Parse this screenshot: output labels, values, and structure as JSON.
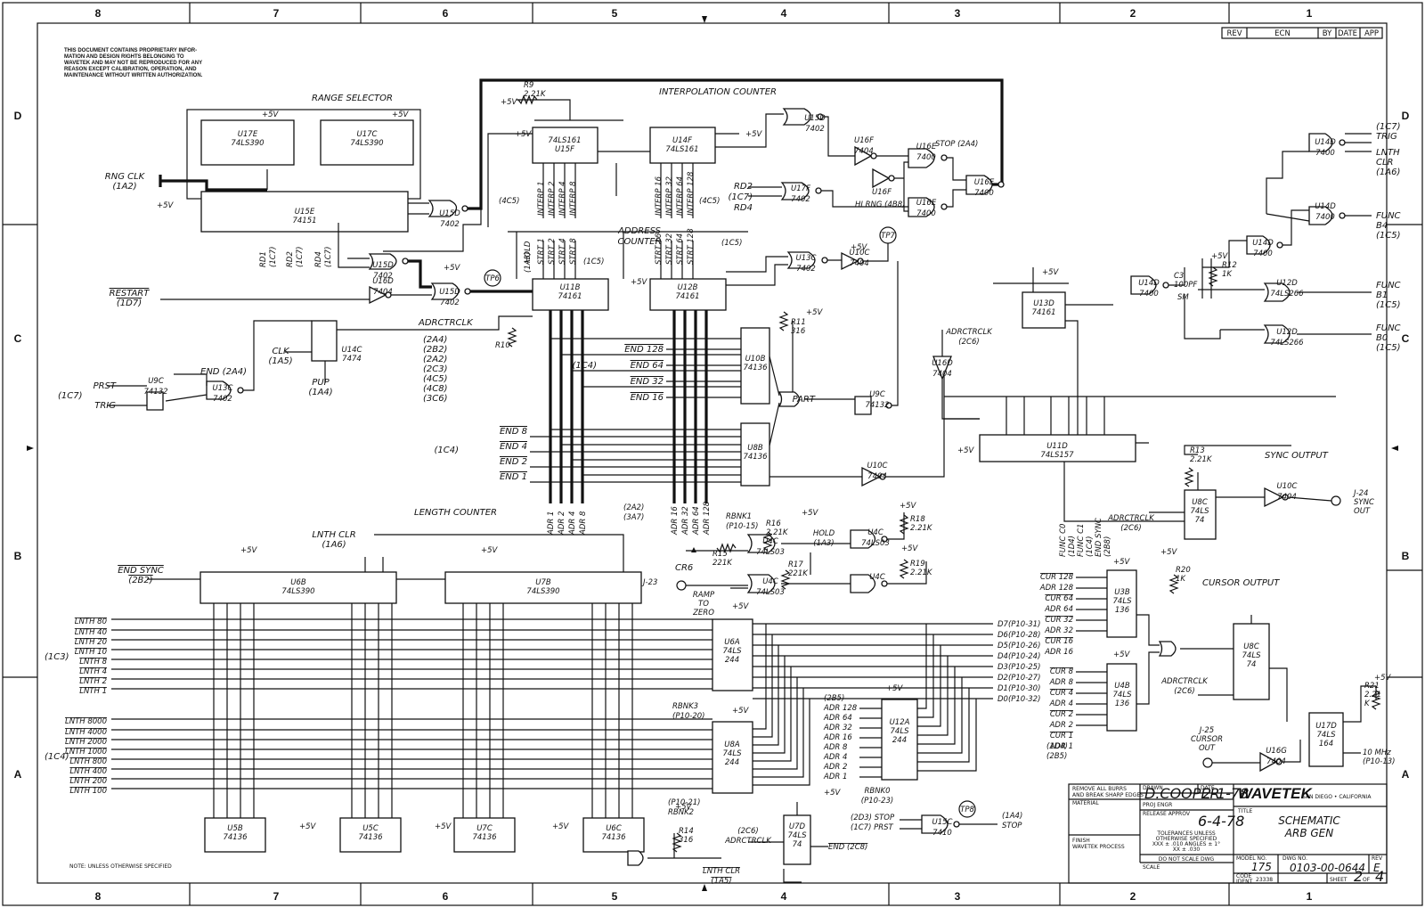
{
  "notice": [
    "THIS DOCUMENT CONTAINS PROPRIETARY INFOR-",
    "MATION AND DESIGN RIGHTS BELONGING TO",
    "WAVETEK AND MAY NOT BE REPRODUCED FOR ANY",
    "REASON EXCEPT CALIBRATION, OPERATION, AND",
    "MAINTENANCE WITHOUT WRITTEN AUTHORIZATION."
  ],
  "border": {
    "columns": [
      "8",
      "7",
      "6",
      "5",
      "4",
      "3",
      "2",
      "1"
    ],
    "rows": [
      "D",
      "C",
      "B",
      "A"
    ]
  },
  "revision_block": [
    "REV",
    "ECN",
    "BY",
    "DATE",
    "APP"
  ],
  "sections": {
    "range_selector": "RANGE SELECTOR",
    "interpolation_counter": "INTERPOLATION COUNTER",
    "address_counter": [
      "ADDRESS",
      "COUNTER"
    ],
    "length_counter": "LENGTH COUNTER",
    "sync_output": "SYNC OUTPUT",
    "cursor_output": "CURSOR OUTPUT"
  },
  "chips": {
    "u17e": [
      "U17E",
      "74LS390"
    ],
    "u17c": [
      "U17C",
      "74LS390"
    ],
    "u15e": [
      "U15E",
      "74151"
    ],
    "u15f": [
      "74LS161",
      "U15F"
    ],
    "u14f": [
      "U14F",
      "74LS161"
    ],
    "u11b": [
      "U11B",
      "74161"
    ],
    "u12b": [
      "U12B",
      "74161"
    ],
    "u10b": [
      "U10B",
      "74136"
    ],
    "u8b": [
      "U8B",
      "74136"
    ],
    "u13d": [
      "U13D",
      "74161"
    ],
    "u11d": [
      "U11D",
      "74LS157"
    ],
    "u6b": [
      "U6B",
      "74LS390"
    ],
    "u7b": [
      "U7B",
      "74LS390"
    ],
    "u6a": [
      "U6A",
      "74LS",
      "244"
    ],
    "u8a": [
      "U8A",
      "74LS",
      "244"
    ],
    "u12a": [
      "U12A",
      "74LS",
      "244"
    ],
    "u3b": [
      "U3B",
      "74LS",
      "136"
    ],
    "u4b": [
      "U4B",
      "74LS",
      "136"
    ],
    "u8c_sync": [
      "U8C",
      "74LS",
      "74"
    ],
    "u8c_cur": [
      "U8C",
      "74LS",
      "74"
    ],
    "u17d": [
      "U17D",
      "74LS",
      "164"
    ],
    "u7d": [
      "U7D",
      "74LS",
      "74"
    ],
    "u5b": [
      "U5B",
      "74136"
    ],
    "u5c": [
      "U5C",
      "74136"
    ],
    "u7c": [
      "U7C",
      "74136"
    ],
    "u6c": [
      "U6C",
      "74136"
    ],
    "u14c": [
      "U14C",
      "7474"
    ]
  },
  "gates": {
    "u15d_a": [
      "U15D",
      "7402"
    ],
    "u15d_int": [
      "U15D",
      "7402"
    ],
    "u15d_b": [
      "U15D",
      "7402"
    ],
    "u15d_c": [
      "U15D",
      "7402"
    ],
    "u16f": [
      "U16F",
      "7404"
    ],
    "u16f_b": "U16F",
    "u16e_a": [
      "U16E",
      "7400"
    ],
    "u16e_b": [
      "U16E",
      "7400"
    ],
    "u16e_c": [
      "U16E",
      "7400"
    ],
    "u17f": [
      "U17F",
      "7402"
    ],
    "u16d": [
      "U16D",
      "7404"
    ],
    "u13c": [
      "U13C",
      "7402"
    ],
    "u10c_a": [
      "U10C",
      "7404"
    ],
    "u9c": [
      "U9C",
      "74132"
    ],
    "u13c_b": [
      "U13C",
      "7402"
    ],
    "u9c_b": [
      "U9C",
      "74132"
    ],
    "u10c_b": [
      "U10C",
      "7404"
    ],
    "u10c_c": [
      "U10C",
      "7404"
    ],
    "u14d_a": [
      "U14D",
      "7400"
    ],
    "u14d_b": [
      "U14D",
      "7400"
    ],
    "u14d_c": [
      "U14D",
      "7400"
    ],
    "u14d_d": [
      "U14D",
      "7400"
    ],
    "u12d_a": [
      "U12D",
      "74LS266"
    ],
    "u12d_b": [
      "U12D",
      "74LS266"
    ],
    "u16g": [
      "U16G",
      "7404"
    ],
    "u16d_b": [
      "U16D",
      "7404"
    ],
    "u4c_a": [
      "U4C",
      "74LS03"
    ],
    "u4c_b": [
      "U4C",
      "74LS03"
    ],
    "u4c_c": [
      "U4C",
      "74LS03"
    ],
    "u4c_d": "U4C",
    "u15c": [
      "U15C",
      "7410"
    ]
  },
  "signals": {
    "rng_clk": [
      "RNG CLK",
      "(1A2)"
    ],
    "restart": [
      "RESTART",
      "(1D7)"
    ],
    "prst": "PRST",
    "trig": "TRIG",
    "ic7": "(1C7)",
    "end_2a4": [
      "END (2A4)"
    ],
    "clk_1a5": [
      "CLK",
      "(1A5)"
    ],
    "pup": [
      "PUP",
      "(1A4)"
    ],
    "adrctrclk": "ADRCTRCLK",
    "adrctrclk_refs": [
      "(2A4)",
      "(2B2)",
      "(2A2)",
      "(2C3)",
      "(4C5)",
      "(4C8)",
      "(3C6)"
    ],
    "rd_labels": [
      "RD1",
      "(1C7)",
      "RD2",
      "(1C7)",
      "RD4",
      "(1C7)"
    ],
    "rd2": "RD2",
    "rd2_ref": "(1C7)",
    "rd4": "RD4",
    "hold_1a3": [
      "HOLD",
      "(1A3)"
    ],
    "interp": [
      "INTERP 1",
      "INTERP 2",
      "INTERP 4",
      "INTERP 8",
      "INTERP 16",
      "INTERP 32",
      "INTERP 64",
      "INTERP 128"
    ],
    "strt": [
      "STRT 1",
      "STRT 2",
      "STRT 4",
      "STRT 8",
      "STRT 16",
      "STRT 32",
      "STRT 64",
      "STRT 128"
    ],
    "ref_1c5": "(1C5)",
    "ref_4c5": "(4C5)",
    "stop_2a4": "STOP (2A4)",
    "hi_rng": "HI RNG (4B8)",
    "end_hi": [
      "END 128",
      "END 64",
      "END 32",
      "END 16"
    ],
    "end_lo": [
      "END 8",
      "END 4",
      "END 2",
      "END 1"
    ],
    "ref_1c4": "(1C4)",
    "part": "PART",
    "adr_lo": [
      "ADR 1",
      "ADR 2",
      "ADR 4",
      "ADR 8"
    ],
    "adr_hi": [
      "ADR 16",
      "ADR 32",
      "ADR 64",
      "ADR 128"
    ],
    "adr_refs": [
      "(2A2)",
      "(3A7)"
    ],
    "lnth_lo": [
      "LNTH 80",
      "LNTH 40",
      "LNTH 20",
      "LNTH 10",
      "LNTH 8",
      "LNTH 4",
      "LNTH 2",
      "LNTH 1"
    ],
    "lnth_hi": [
      "LNTH 8000",
      "LNTH 4000",
      "LNTH 2000",
      "LNTH 1000",
      "LNTH 800",
      "LNTH 400",
      "LNTH 200",
      "LNTH 100"
    ],
    "ref_1c3": "(1C3)",
    "lnth_clr": [
      "LNTH CLR",
      "(1A6)"
    ],
    "end_sync": [
      "END SYNC",
      "(2B2)"
    ],
    "j23": "J-23",
    "cr6": "CR6",
    "ramp": [
      "RAMP",
      "TO",
      "ZERO"
    ],
    "rbnk1": [
      "RBNK1",
      "(P10-15)"
    ],
    "hold_b": [
      "HOLD",
      "(1A3)"
    ],
    "data": [
      "D7(P10-31)",
      "D6(P10-28)",
      "D5(P10-26)",
      "D4(P10-24)",
      "D3(P10-25)",
      "D2(P10-27)",
      "D1(P10-30)",
      "D0(P10-32)"
    ],
    "rbnk3": [
      "RBNK3",
      "(P10-20)"
    ],
    "rbnk2": [
      "(P10-21)",
      "RBNK2"
    ],
    "rbnk0": [
      "RBNK0",
      "(P10-23)"
    ],
    "adr_u12a": [
      "(2B5)",
      "ADR 128",
      "ADR 64",
      "ADR 32",
      "ADR 16",
      "ADR 8",
      "ADR 4",
      "ADR 2",
      "ADR 1"
    ],
    "trig_1c7": [
      "(1C7)",
      "TRIG"
    ],
    "lnth_clr_b": [
      "LNTH",
      "CLR",
      "(1A6)"
    ],
    "func_b4": [
      "FUNC",
      "B4",
      "(1C5)"
    ],
    "func_b1": [
      "FUNC",
      "B1",
      "(1C5)"
    ],
    "func_b0": [
      "FUNC",
      "B0",
      "(1C5)"
    ],
    "func_co": [
      "FUNC C0",
      "(1D4)",
      "FUNC C1",
      "(1C4)",
      "END SYNC",
      "(2B8)"
    ],
    "adrctrclk_2c6": [
      "ADRCTRCLK",
      "(2C6)"
    ],
    "j24": [
      "J-24",
      "SYNC",
      "OUT"
    ],
    "cur_hi": [
      "CUR 128",
      "ADR 128",
      "CUR 64",
      "ADR 64",
      "CUR 32",
      "ADR 32",
      "CUR 16",
      "ADR 16"
    ],
    "cur_lo": [
      "CUR 8",
      "ADR 8",
      "CUR 4",
      "ADR 4",
      "CUR 2",
      "ADR 2",
      "CUR 1",
      "ADR 1"
    ],
    "cur_refs": [
      "(1D4)",
      "(2B5)"
    ],
    "j25": [
      "J-25",
      "CURSOR",
      "OUT"
    ],
    "clk10": [
      "10 MHz",
      "(P10-13)"
    ],
    "stop_prst": [
      "(2D3) STOP",
      "(1C7) PRST"
    ],
    "end_2c8": "END (2C8)",
    "stop_out": [
      "(1A4)",
      "STOP"
    ],
    "lnth_clr_c": [
      "LNTH CLR",
      "(1A5)"
    ],
    "adrctrclk_c": [
      "(2C6)",
      "ADRCTRCLK"
    ],
    "sm": "SM",
    "tp": [
      "TP6",
      "TP7",
      "TP8"
    ],
    "cursor_adrclk": [
      "ADRCTRCLK",
      "(2C6)"
    ],
    "adrclk_2c6_b": [
      "ADRCTRCLK",
      "(2C6)"
    ]
  },
  "components": {
    "r9": [
      "R9",
      "2.21K"
    ],
    "r10": "R10",
    "r11": [
      "R11",
      "316"
    ],
    "r12": [
      "R12",
      "1K"
    ],
    "r13": [
      "R13",
      "2.21K"
    ],
    "r14": [
      "R14",
      "316"
    ],
    "r15": [
      "R15",
      "221K"
    ],
    "r16": [
      "R16",
      "2.21K"
    ],
    "r17": [
      "R17",
      "221K"
    ],
    "r18": [
      "R18",
      "2.21K"
    ],
    "r19": [
      "R19",
      "2.21K"
    ],
    "r20": [
      "R20",
      "1K"
    ],
    "r21": [
      "R21",
      "2.21",
      "K"
    ],
    "c3": [
      "C3",
      "100PF"
    ],
    "vcc": "+5V"
  },
  "title_block": {
    "remove_burrs": [
      "REMOVE ALL BURRS",
      "AND BREAK SHARP EDGES"
    ],
    "material": "MATERIAL",
    "finish": [
      "FINISH",
      "WAVETEK PROCESS"
    ],
    "drawn_label": "DRAWN",
    "drawn": "D.COOPER",
    "date_label": "DATE",
    "date": "2-1-78",
    "engineer_label": "PROJ ENGR",
    "release_label": "RELEASE APPROV",
    "release_date": "6-4-78",
    "tolerances": [
      "TOLERANCES UNLESS",
      "OTHERWISE SPECIFIED",
      "XXX ± .010    ANGLES ± 1°",
      "XX ± .030"
    ],
    "do_not_scale": "DO NOT SCALE DWG",
    "scale_label": "SCALE",
    "company": "WAVETEK",
    "location": "SAN DIEGO • CALIFORNIA",
    "title_label": "TITLE",
    "title": [
      "SCHEMATIC",
      "ARB GEN"
    ],
    "model_label": "MODEL NO.",
    "model": "175",
    "dwg_label": "DWG NO.",
    "dwg": "0103-00-0644",
    "rev_label": "REV",
    "rev": "E",
    "code_label": [
      "CODE",
      "IDENT"
    ],
    "code": "23338",
    "sheet_label": "SHEET",
    "sheet": "2",
    "of_label": "OF",
    "of": "4"
  },
  "note": "NOTE: UNLESS OTHERWISE SPECIFIED"
}
